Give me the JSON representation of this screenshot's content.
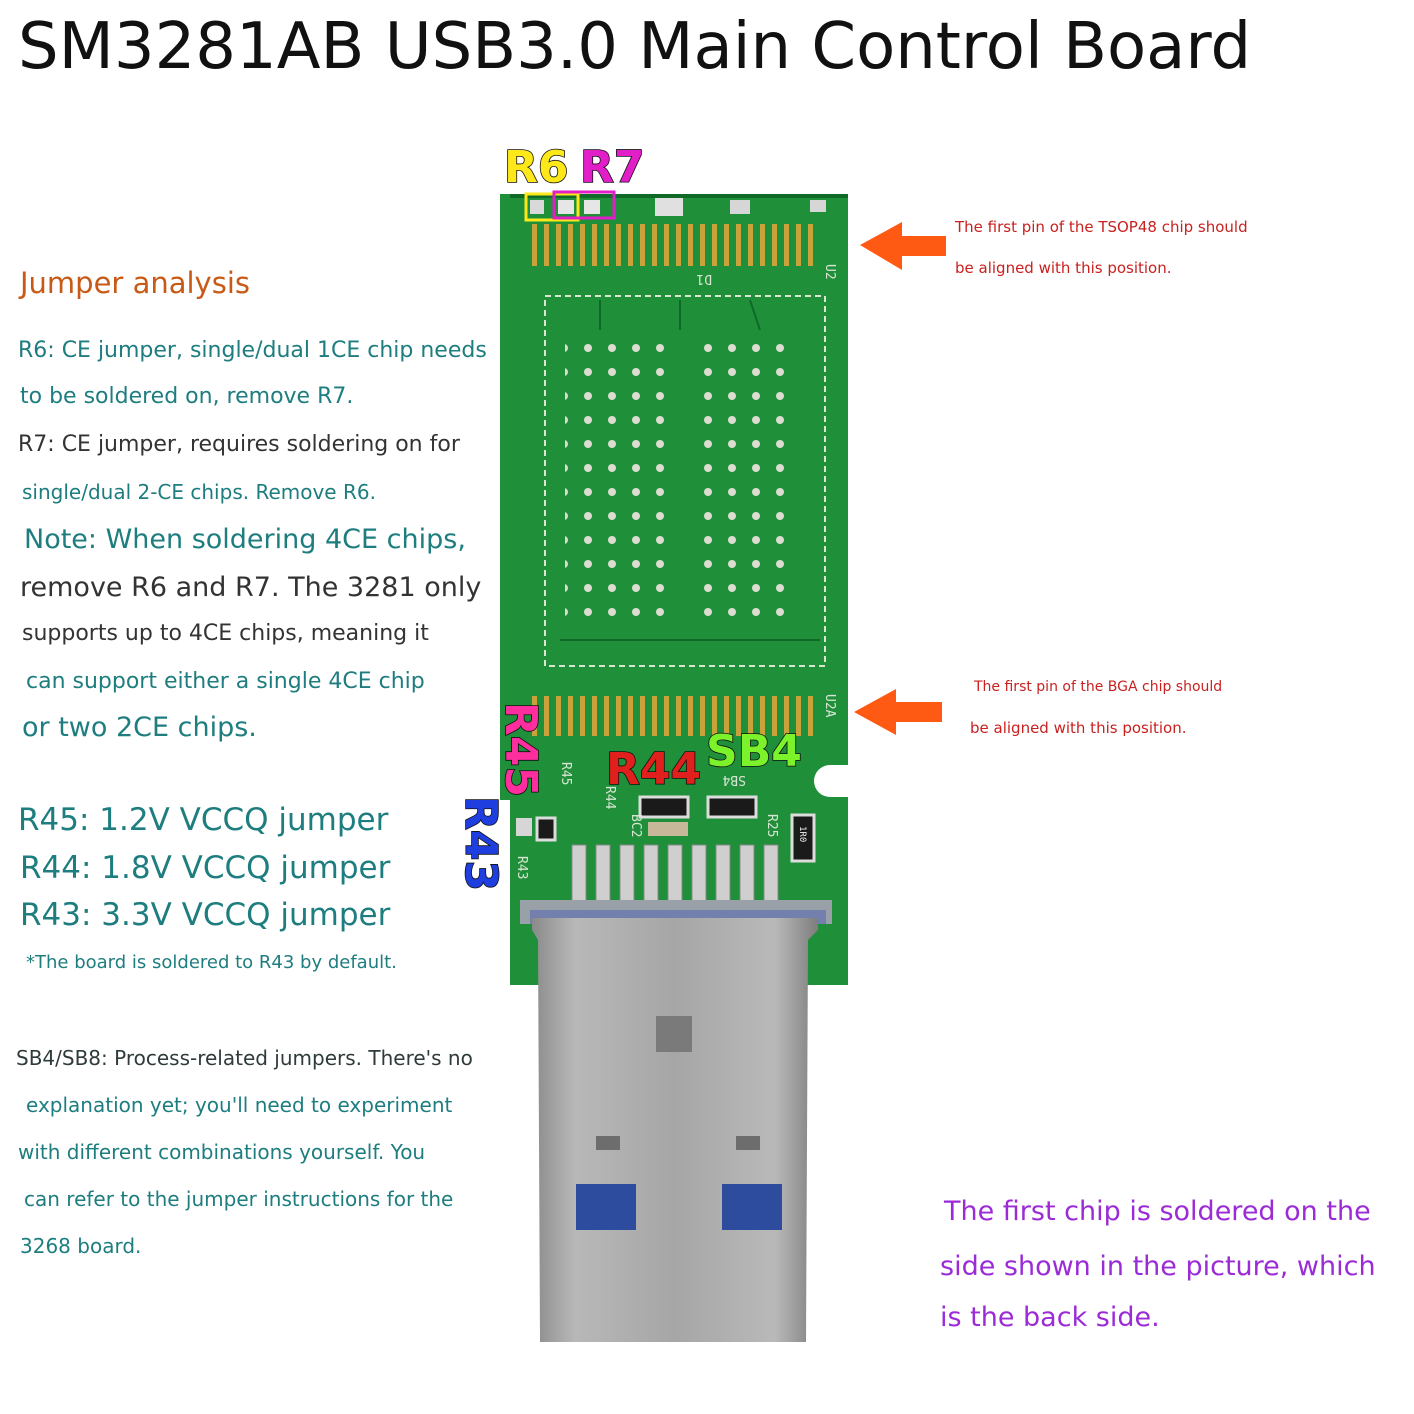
{
  "title": "SM3281AB USB3.0 Main Control Board",
  "jumper_heading": "Jumper analysis",
  "r6_text": [
    "R6: CE jumper, single/dual 1CE chip needs",
    "to be soldered on, remove R7."
  ],
  "r7_text": [
    "R7: CE jumper, requires soldering on for",
    "single/dual 2-CE chips. Remove R6."
  ],
  "note_text": [
    "Note: When soldering 4CE chips,",
    "remove R6 and R7. The 3281 only",
    "supports up to 4CE chips, meaning it",
    "can support either a single 4CE chip",
    "or two 2CE chips."
  ],
  "vccq": [
    "R45: 1.2V VCCQ jumper",
    "R44: 1.8V VCCQ jumper",
    "R43: 3.3V VCCQ jumper"
  ],
  "default_note": "*The board is soldered to R43 by default.",
  "sb_text": [
    "SB4/SB8: Process-related jumpers. There's no",
    "explanation yet; you'll need to experiment",
    "with different combinations yourself. You",
    "can refer to the jumper instructions for the",
    "3268 board."
  ],
  "tsop_note": [
    "The first pin of the TSOP48 chip should",
    "be aligned with this position."
  ],
  "bga_note": [
    "The first pin of the BGA chip should",
    "be aligned with this position."
  ],
  "first_chip_note": [
    "The first chip is soldered on the",
    "side shown in the picture, which",
    "is the back side."
  ],
  "board_labels": {
    "r6": "R6",
    "r7": "R7",
    "r45": "R45",
    "r44": "R44",
    "sb4": "SB4",
    "r43": "R43"
  },
  "silk": {
    "d1": "D1",
    "u2": "U2",
    "u2a": "U2A",
    "r45": "R45",
    "r44": "R44",
    "sb4": "SB4",
    "r25": "R25",
    "r43": "R43",
    "bc2": "BC2",
    "r0": "1R0"
  },
  "colors": {
    "pcb": "#1f8f3a",
    "pcb_dark": "#0f6a28",
    "gold": "#c9a23c",
    "arrow": "#ff5a14",
    "r6_label": "#ffe81a",
    "r7_label": "#e21ec8",
    "r45_label": "#ff2e9e",
    "r44_label": "#e0201c",
    "sb4_label": "#7cf22a",
    "r43_label": "#1f3ee0"
  }
}
